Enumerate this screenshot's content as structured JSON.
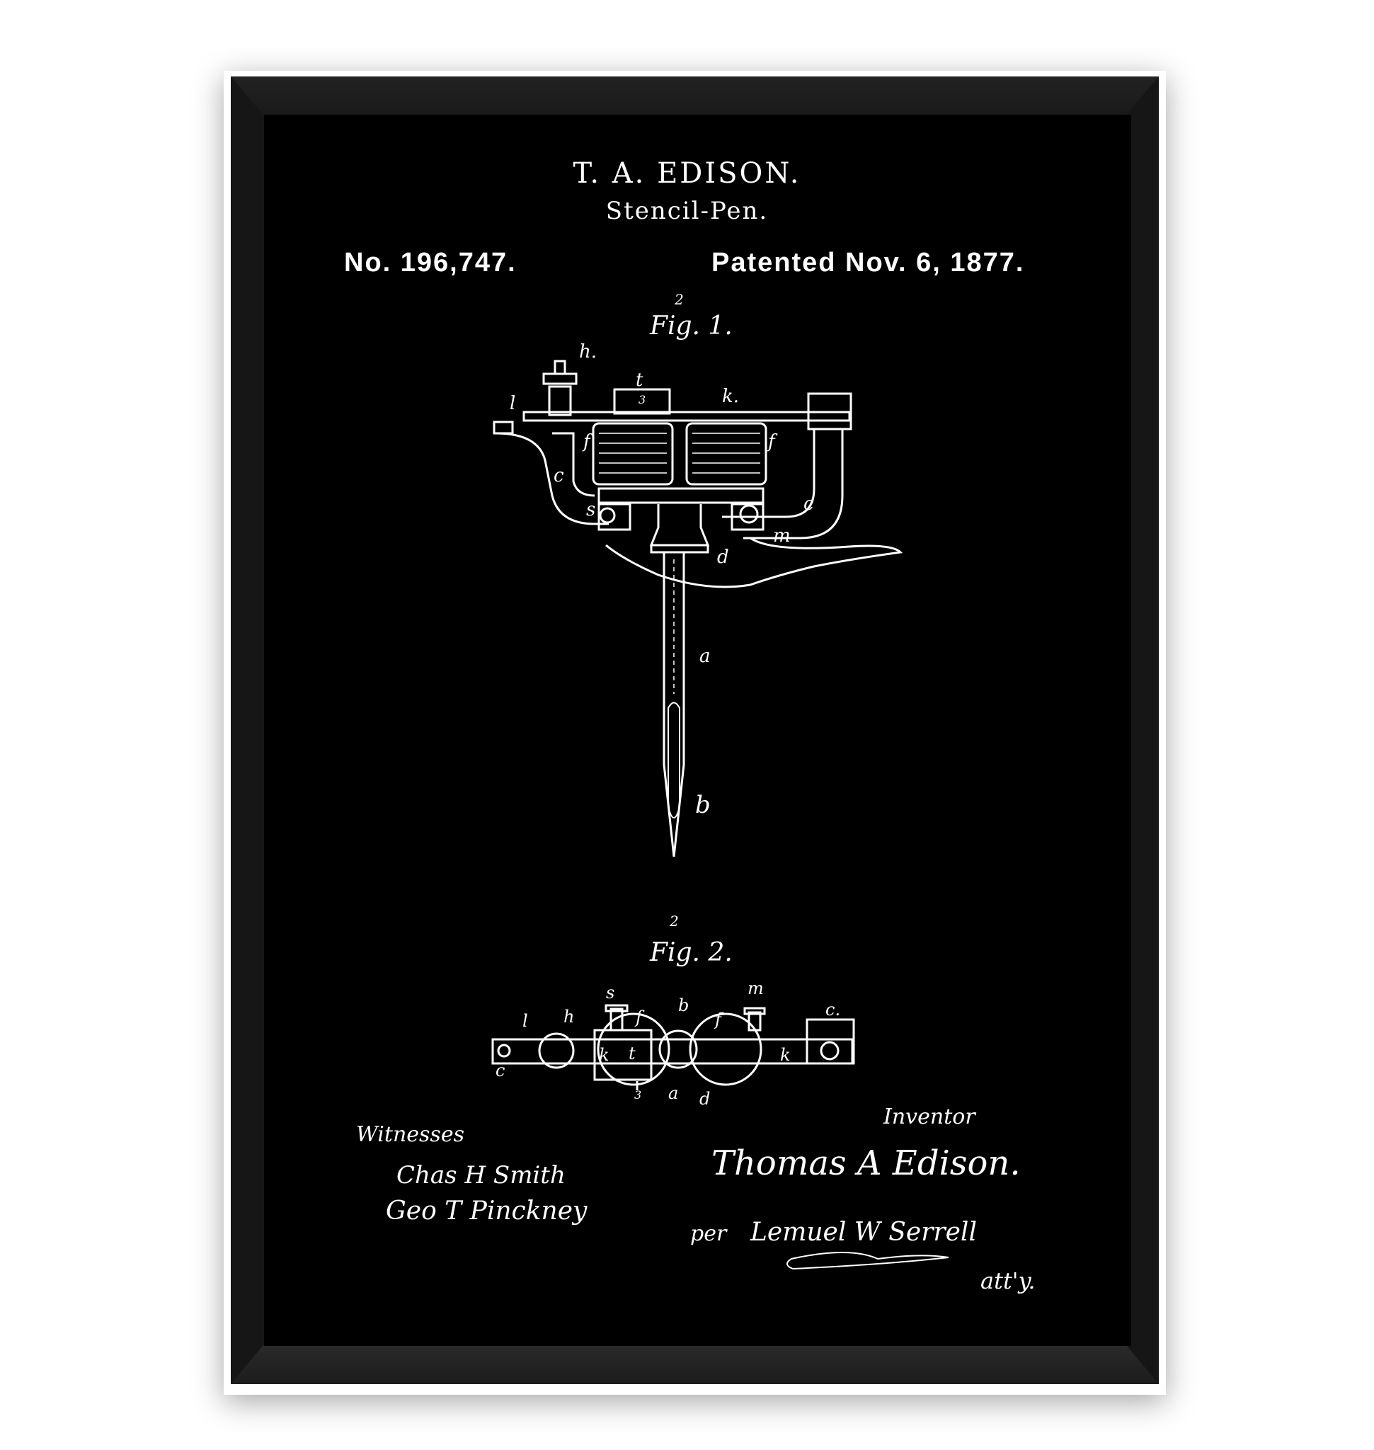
{
  "patent": {
    "inventor_heading": "T. A. EDISON.",
    "title": "Stencil-Pen.",
    "number": "No. 196,747.",
    "date": "Patented Nov. 6, 1877."
  },
  "figures": [
    {
      "label": "Fig. 1.",
      "sheet_mark": "2",
      "letters": [
        "h.",
        "l",
        "t",
        "3",
        "k.",
        "f",
        "f",
        "c",
        "c",
        "s",
        "m",
        "d",
        "a",
        "b"
      ]
    },
    {
      "label": "Fig. 2.",
      "sheet_mark": "2",
      "letters": [
        "s",
        "m",
        "l",
        "h",
        "f",
        "b",
        "f",
        "c.",
        "k",
        "t",
        "k",
        "c",
        "3",
        "a",
        "d"
      ]
    }
  ],
  "signatures": {
    "witnesses_label": "Witnesses",
    "witness_1": "Chas H Smith",
    "witness_2": "Geo T Pinckney",
    "inventor_label": "Inventor",
    "inventor": "Thomas A Edison.",
    "per": "per",
    "attorney": "Lemuel W Serrell",
    "atty": "att'y."
  },
  "colors": {
    "print_bg": "#000000",
    "ink": "#ffffff",
    "frame": "#161616",
    "wall": "#ffffff"
  }
}
